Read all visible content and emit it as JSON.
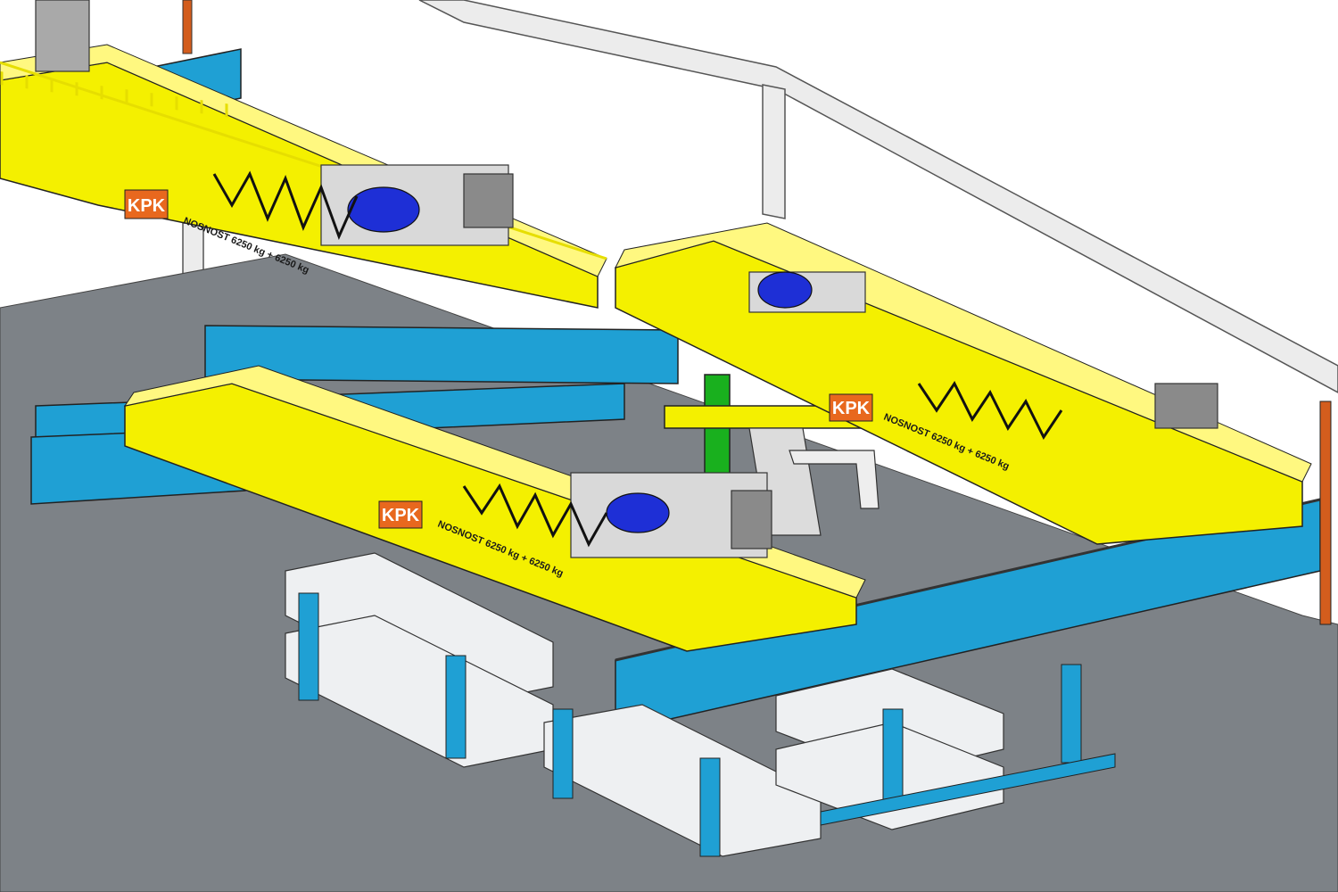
{
  "drawing": {
    "colors": {
      "background": "#ffffff",
      "floor": "#7d8287",
      "runway_beam": "#1fa0d4",
      "crane_girder": "#f4f000",
      "hoist_motor": "#1e2fd6",
      "logo": "#e8681e",
      "column_green": "#19b01e",
      "building_frame": "#ececec",
      "pillar_orange": "#d35d1d",
      "container": "#eef0f2"
    },
    "cranes": [
      {
        "id": "crane-top-left",
        "logo": "KPK",
        "capacity": "NOSNOST 6250 kg + 6250 kg"
      },
      {
        "id": "crane-right",
        "logo": "KPK",
        "capacity": "NOSNOST 6250 kg + 6250 kg"
      },
      {
        "id": "crane-front",
        "logo": "KPK",
        "capacity": "NOSNOST 6250 kg + 6250 kg"
      }
    ]
  }
}
